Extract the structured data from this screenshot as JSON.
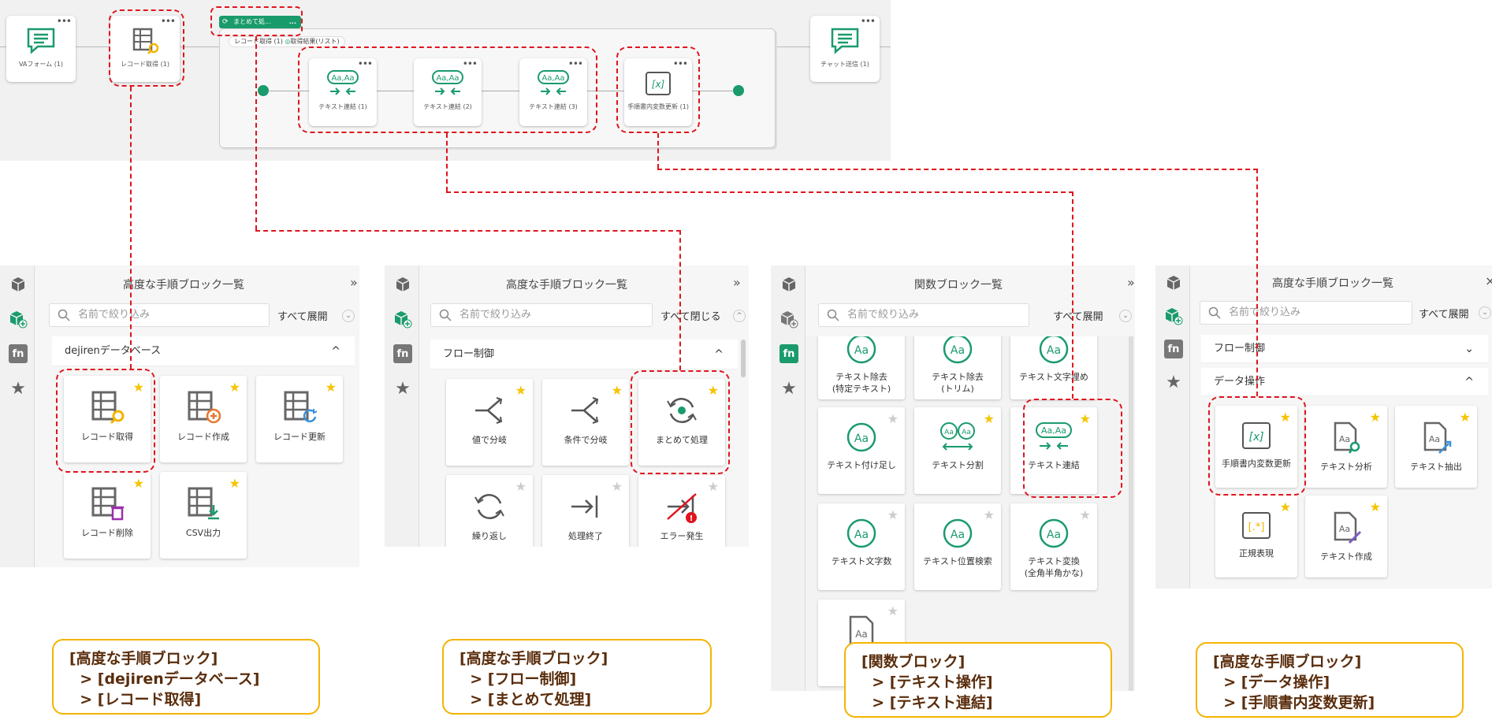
{
  "colors": {
    "brand_green": "#1a9b6c",
    "annotation_red": "#e0141e",
    "caption_border": "#f4b400",
    "caption_text": "#5a2d0c",
    "star_active": "#f5c400",
    "star_inactive": "#cccccc"
  },
  "flow": {
    "nodes": {
      "va_form": "VAフォーム (1)",
      "record_get": "レコード取得 (1)",
      "text_concat_1": "テキスト連結 (1)",
      "text_concat_2": "テキスト連結 (2)",
      "text_concat_3": "テキスト連結 (3)",
      "var_update": "手順書内変数更新 (1)",
      "chat_send": "チャット送信 (1)"
    },
    "loop": {
      "header": "まとめて処...",
      "dots": "...",
      "source": "レコード取得 (1)",
      "result": "取得結果(リスト)"
    }
  },
  "panels": [
    {
      "title": "高度な手順ブロック一覧",
      "search_placeholder": "名前で絞り込み",
      "expand_label": "すべて展開",
      "section": "dejirenデータベース",
      "cards": [
        {
          "label": "レコード取得"
        },
        {
          "label": "レコード作成"
        },
        {
          "label": "レコード更新"
        },
        {
          "label": "レコード削除"
        },
        {
          "label": "CSV出力"
        }
      ]
    },
    {
      "title": "高度な手順ブロック一覧",
      "search_placeholder": "名前で絞り込み",
      "expand_label": "すべて閉じる",
      "section": "フロー制御",
      "cards": [
        {
          "label": "値で分岐"
        },
        {
          "label": "条件で分岐"
        },
        {
          "label": "まとめて処理"
        },
        {
          "label": "繰り返し"
        },
        {
          "label": "処理終了"
        },
        {
          "label": "エラー発生"
        }
      ]
    },
    {
      "title": "関数ブロック一覧",
      "search_placeholder": "名前で絞り込み",
      "expand_label": "すべて展開",
      "cards": [
        {
          "label": "テキスト除去\n(特定テキスト)"
        },
        {
          "label": "テキスト除去\n(トリム)"
        },
        {
          "label": "テキスト文字埋め"
        },
        {
          "label": "テキスト付け足し"
        },
        {
          "label": "テキスト分割"
        },
        {
          "label": "テキスト連結"
        },
        {
          "label": "テキスト文字数"
        },
        {
          "label": "テキスト位置検索"
        },
        {
          "label": "テキスト変換\n(全角半角かな)"
        }
      ]
    },
    {
      "title": "高度な手順ブロック一覧",
      "search_placeholder": "名前で絞り込み",
      "expand_label": "すべて展開",
      "section1": "フロー制御",
      "section2": "データ操作",
      "cards": [
        {
          "label": "手順書内変数更新"
        },
        {
          "label": "テキスト分析"
        },
        {
          "label": "テキスト抽出"
        },
        {
          "label": "正規表現"
        },
        {
          "label": "テキスト作成"
        }
      ]
    }
  ],
  "captions": [
    {
      "line1": "[高度な手順ブロック]",
      "line2": "  > [dejirenデータベース]",
      "line3": "  > [レコード取得]"
    },
    {
      "line1": "[高度な手順ブロック]",
      "line2": "  > [フロー制御]",
      "line3": "  > [まとめて処理]"
    },
    {
      "line1": "[関数ブロック]",
      "line2": "  > [テキスト操作]",
      "line3": "  > [テキスト連結]"
    },
    {
      "line1": "[高度な手順ブロック]",
      "line2": "  > [データ操作]",
      "line3": "  > [手順書内変数更新]"
    }
  ],
  "icons": {
    "sidebar": [
      "cube-icon",
      "cube-add-icon",
      "fn-icon",
      "star-icon"
    ],
    "search": "search-icon"
  }
}
